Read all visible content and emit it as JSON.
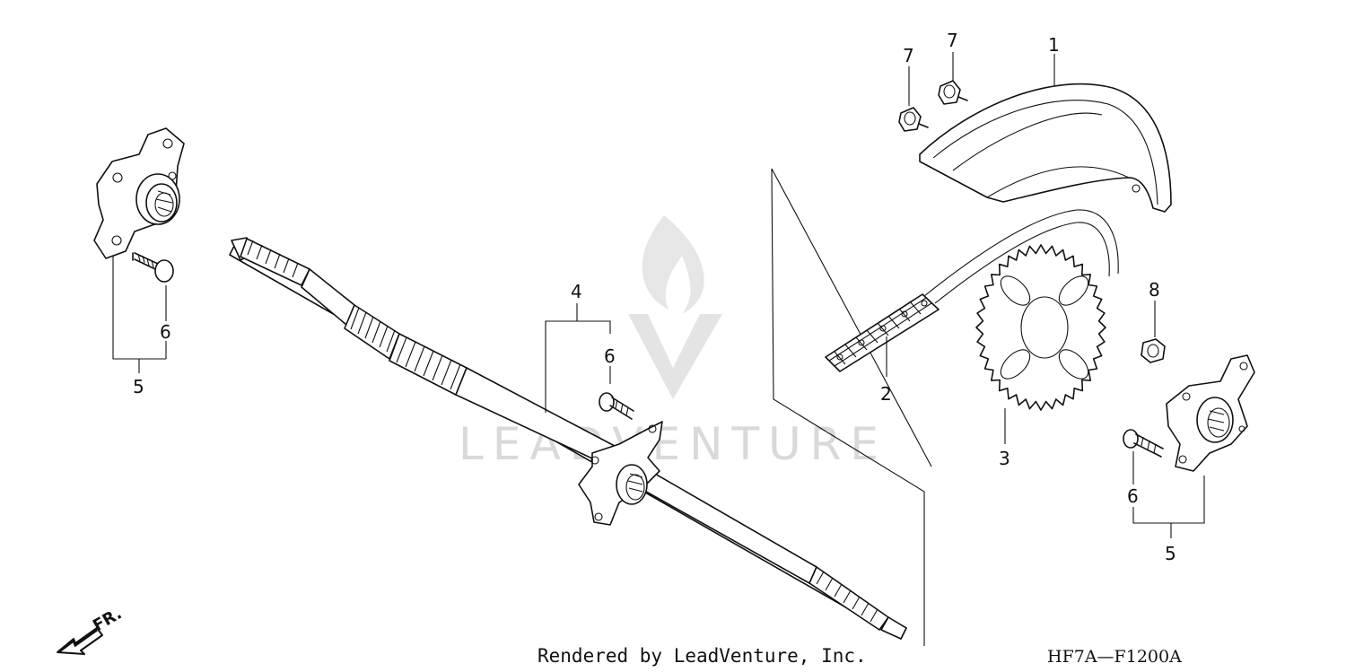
{
  "callouts": {
    "fender": "1",
    "chain": "2",
    "sprocket": "3",
    "hub_group": "4",
    "left_hub_group": "5",
    "right_hub_group": "5",
    "left_bolt": "6",
    "center_bolt": "6",
    "right_bolt": "6",
    "nut_a": "7",
    "nut_b": "7",
    "sprocket_nut": "8"
  },
  "direction": "FR.",
  "watermark": "LEADVENTURE",
  "footer": {
    "credit": "Rendered by LeadVenture, Inc.",
    "diagram_code": "HF7A—F1200A"
  }
}
